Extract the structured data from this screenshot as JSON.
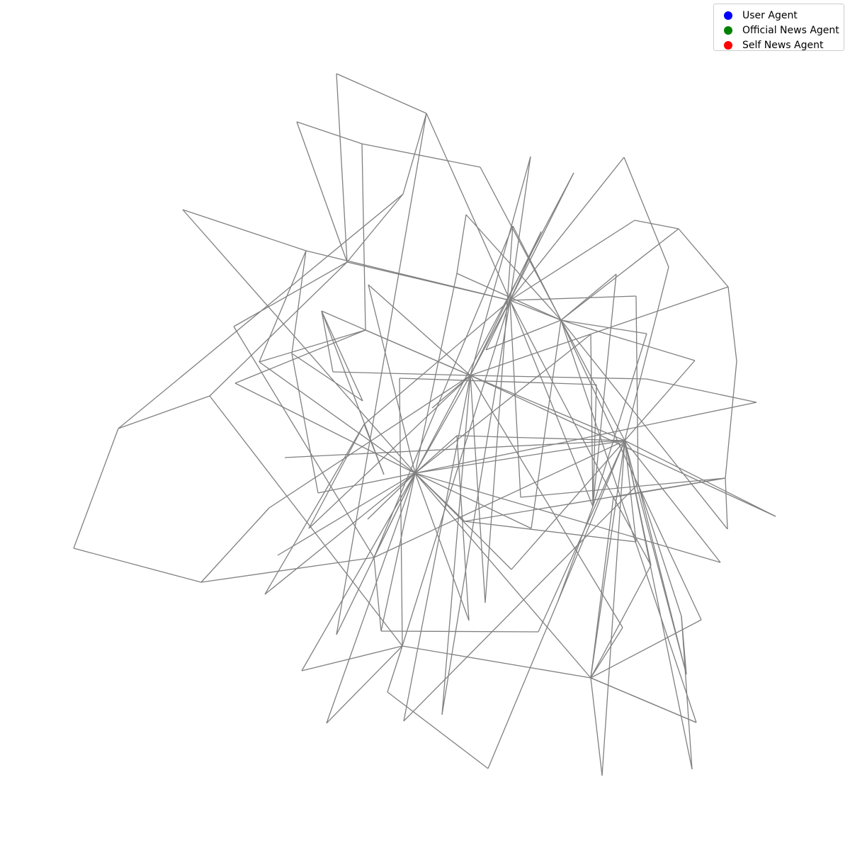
{
  "legend": {
    "items": [
      {
        "label": "User Agent",
        "color": "#0000ff"
      },
      {
        "label": "Official News Agent",
        "color": "#008000"
      },
      {
        "label": "Self News Agent",
        "color": "#ff0000"
      }
    ]
  },
  "graph": {
    "edge_color": "#808080"
  }
}
